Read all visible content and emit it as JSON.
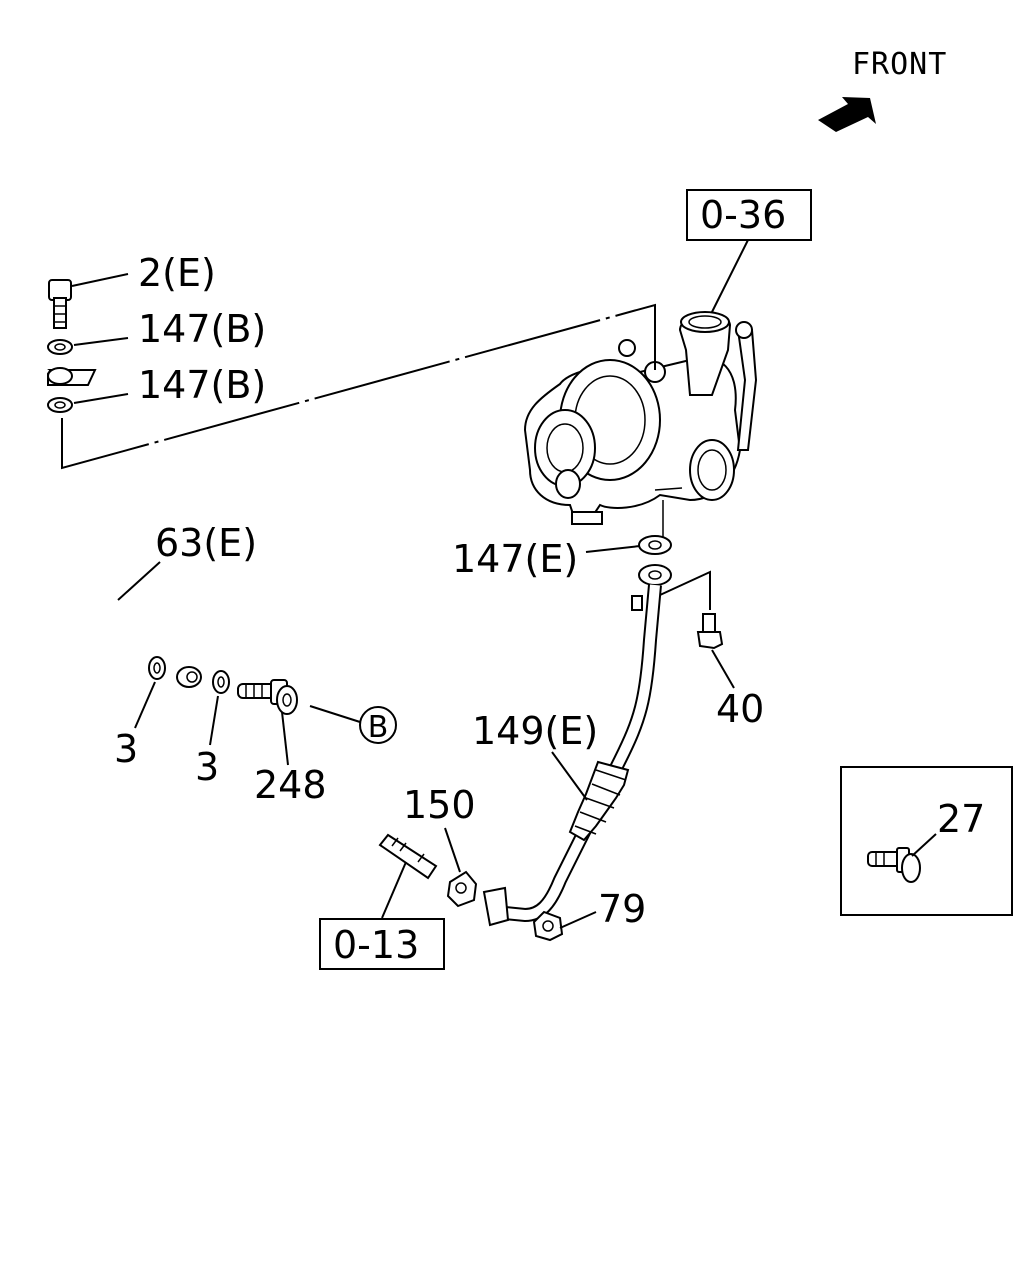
{
  "header": {
    "direction_label": "FRONT"
  },
  "references": {
    "turbocharger_ref": "0-36",
    "stud_ref": "0-13"
  },
  "callouts": {
    "bolt": "2(E)",
    "washer_upper": "147(B)",
    "washer_lower": "147(B)",
    "oil_feed_pipe": "63(E)",
    "gasket_turbo": "147(E)",
    "bolt_40": "40",
    "return_pipe": "149(E)",
    "gasket_150": "150",
    "nut_79": "79",
    "washer_3a": "3",
    "washer_3b": "3",
    "eye_bolt": "248",
    "circle_ref": "B",
    "detail_bolt": "27"
  }
}
